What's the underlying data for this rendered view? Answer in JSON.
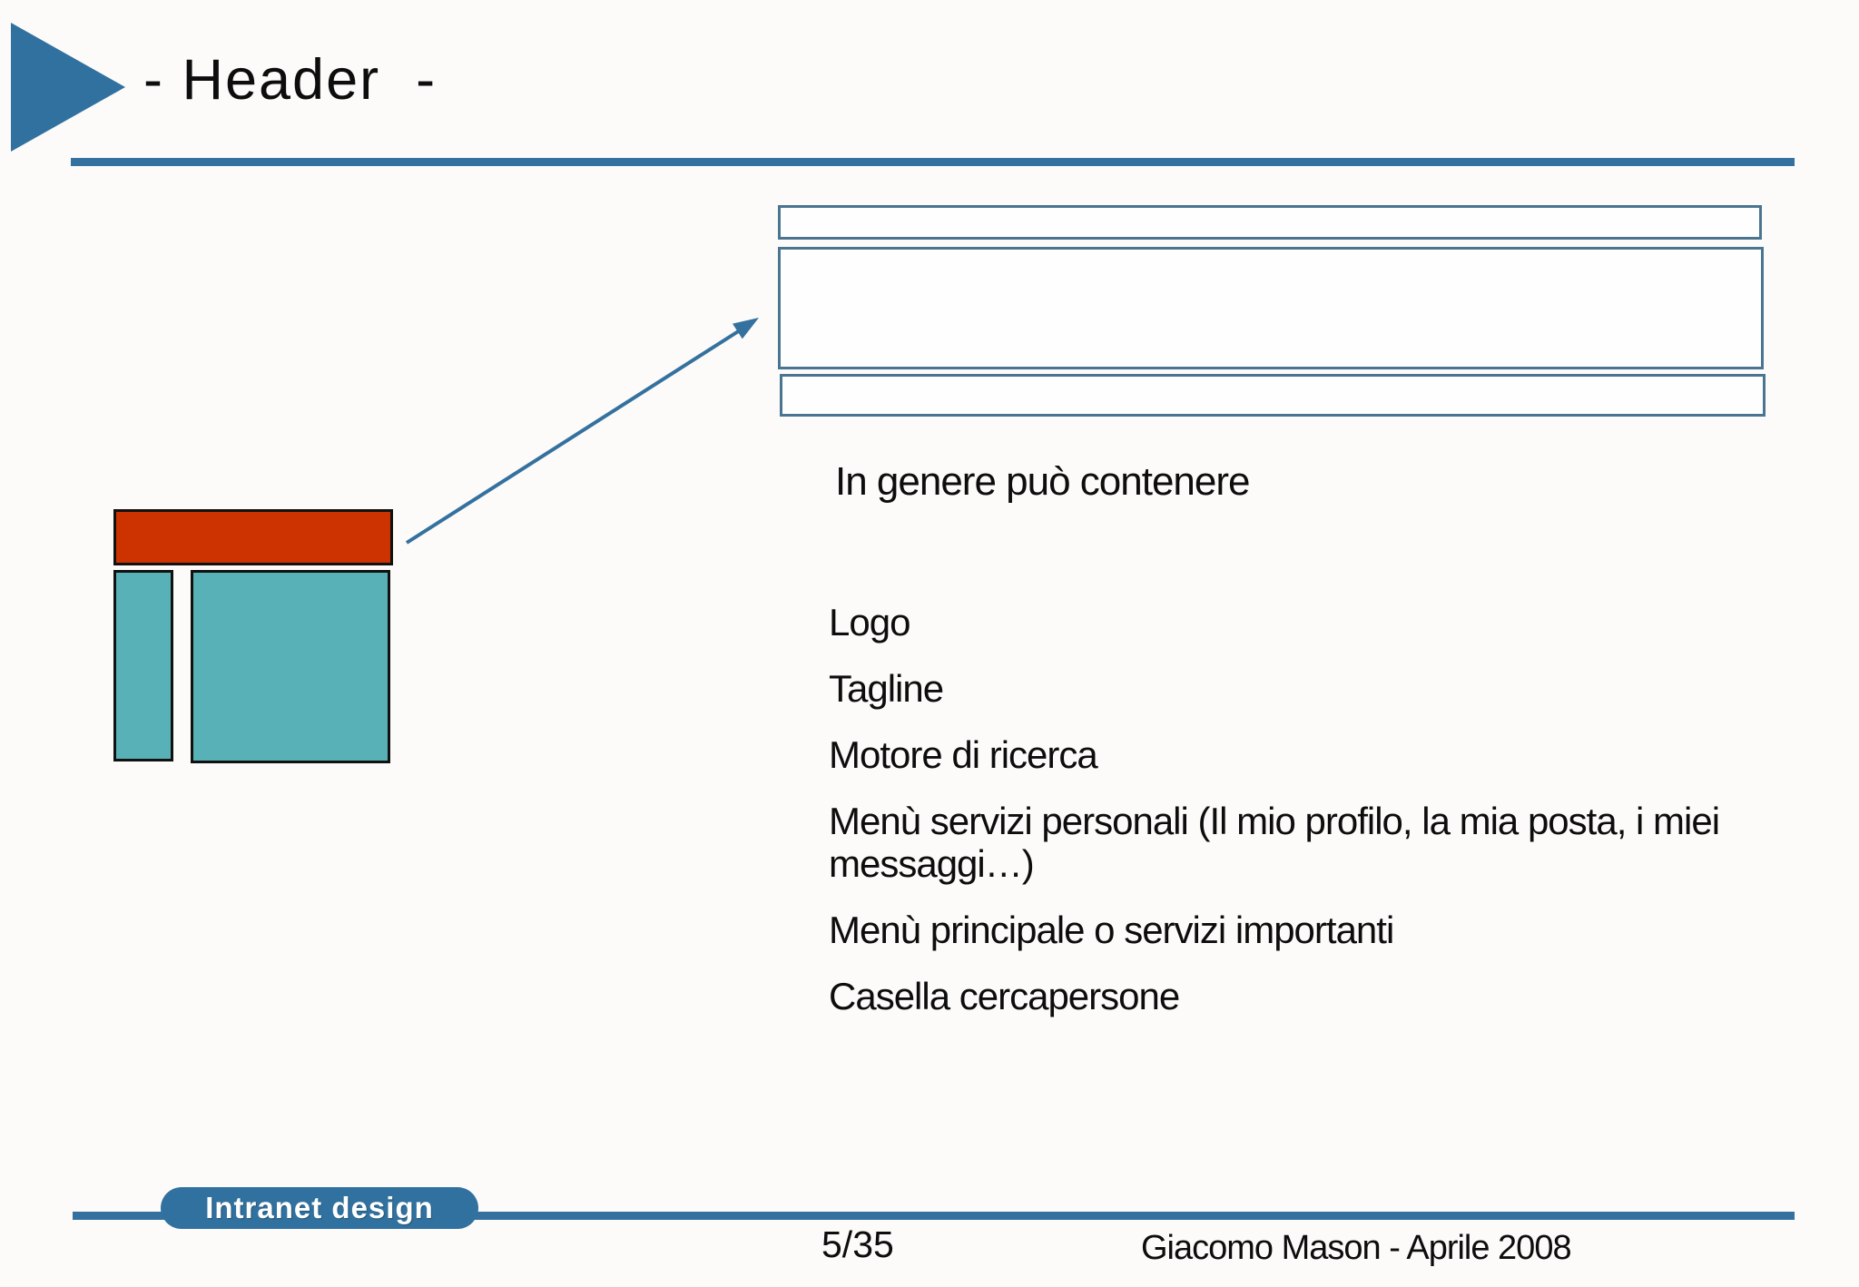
{
  "slide": {
    "title": "- Header  -",
    "body": {
      "intro": "In genere può contenere",
      "items": [
        "Logo",
        "Tagline",
        "Motore di ricerca",
        "Menù servizi personali (Il mio profilo, la mia posta, i miei messaggi…)",
        "Menù principale o servizi importanti",
        "Casella cercapersone"
      ]
    },
    "footer": {
      "badge_label": "Intranet design",
      "page_indicator": "5/35",
      "credit": "Giacomo Mason - Aprile 2008"
    }
  },
  "icons": {
    "slide_bullet": "right-triangle-icon",
    "connector": "diagonal-arrow-icon"
  },
  "colors": {
    "accent_blue": "#31719F",
    "rule_blue": "#35719E",
    "wireframe_border": "#4A7590",
    "diagram_header_red": "#CC3300",
    "diagram_panel_teal": "#58B1B6",
    "diagram_outline_black": "#111111",
    "text_black": "#0D0D0D",
    "badge_text_white": "#FFFFFF",
    "background": "#FCFBFA"
  }
}
